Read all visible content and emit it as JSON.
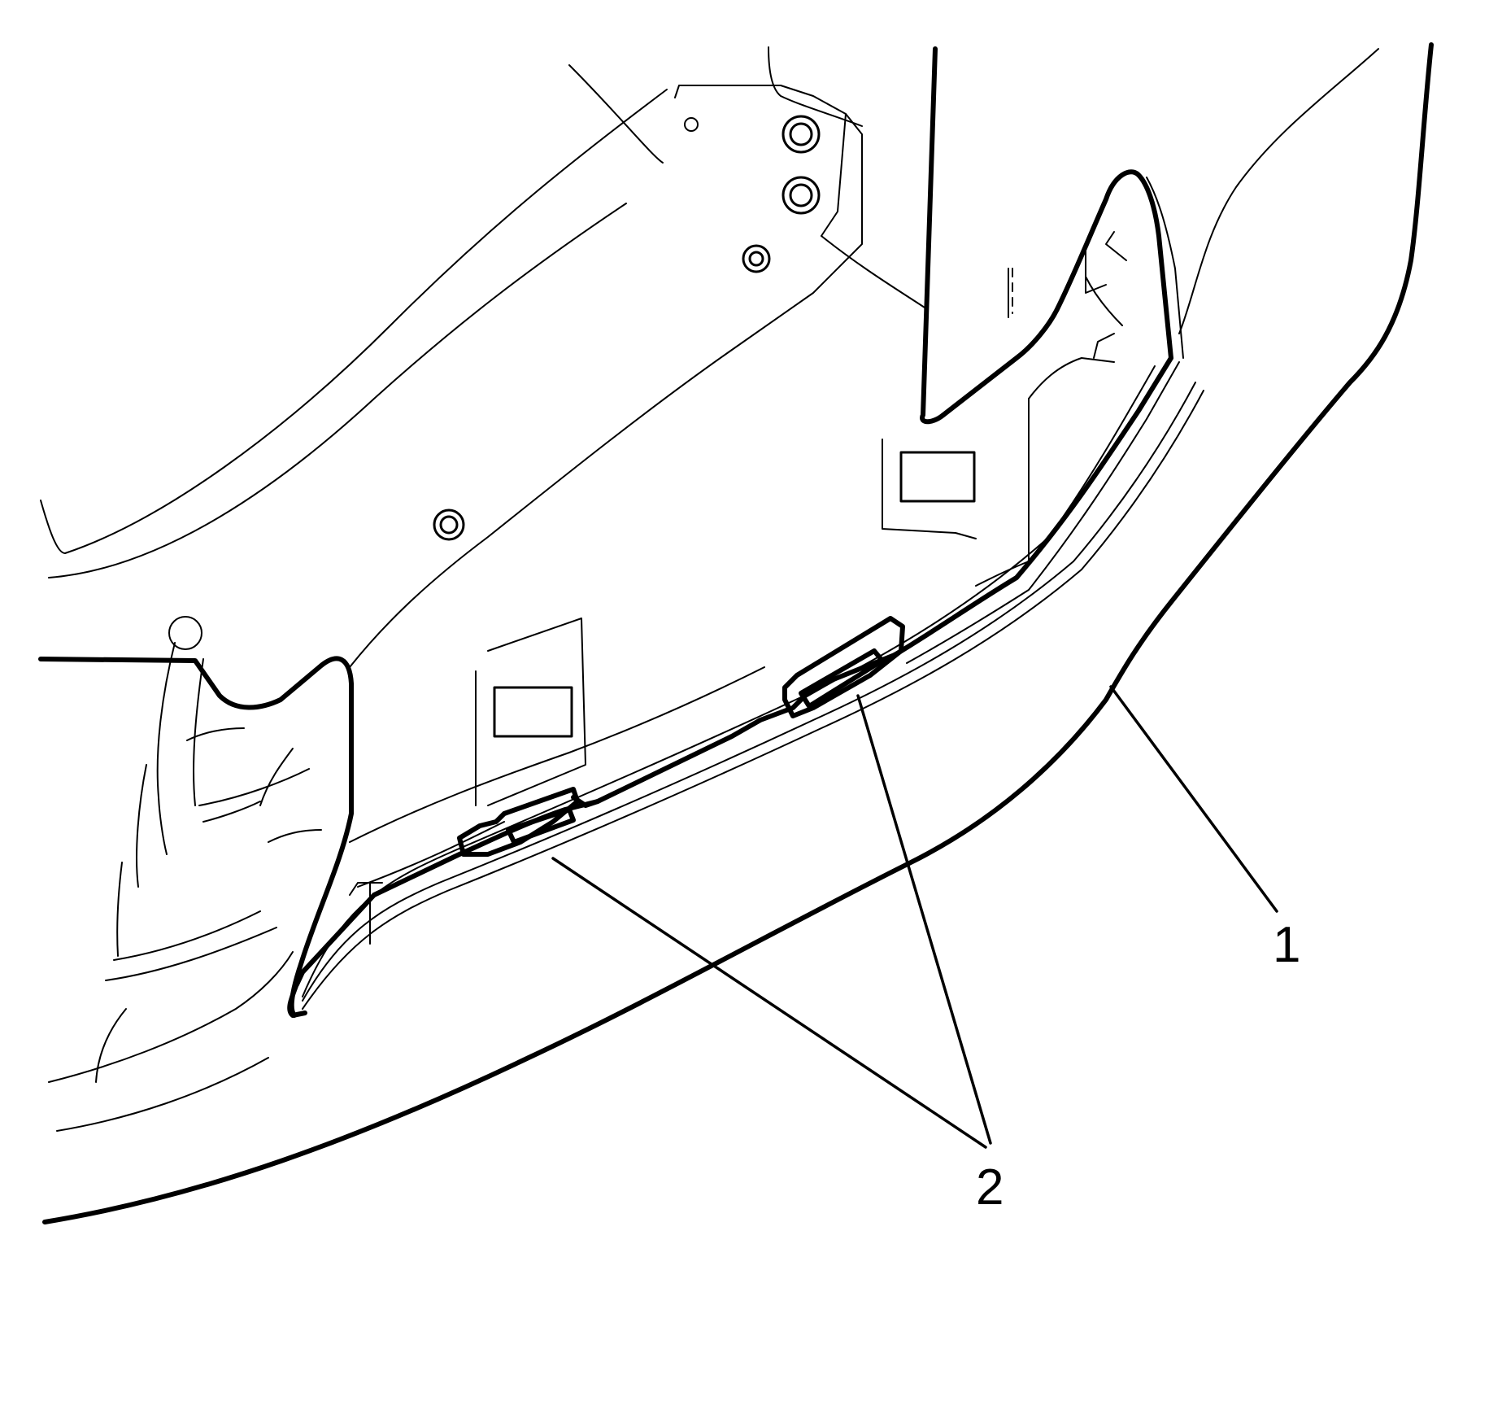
{
  "figure": {
    "background_color": "#ffffff",
    "line_color": "#000000",
    "callouts": [
      {
        "id": "callout-1",
        "label": "1",
        "refers_to": "bumper-fascia"
      },
      {
        "id": "callout-2",
        "label": "2",
        "refers_to": "retainer-clips"
      }
    ]
  }
}
